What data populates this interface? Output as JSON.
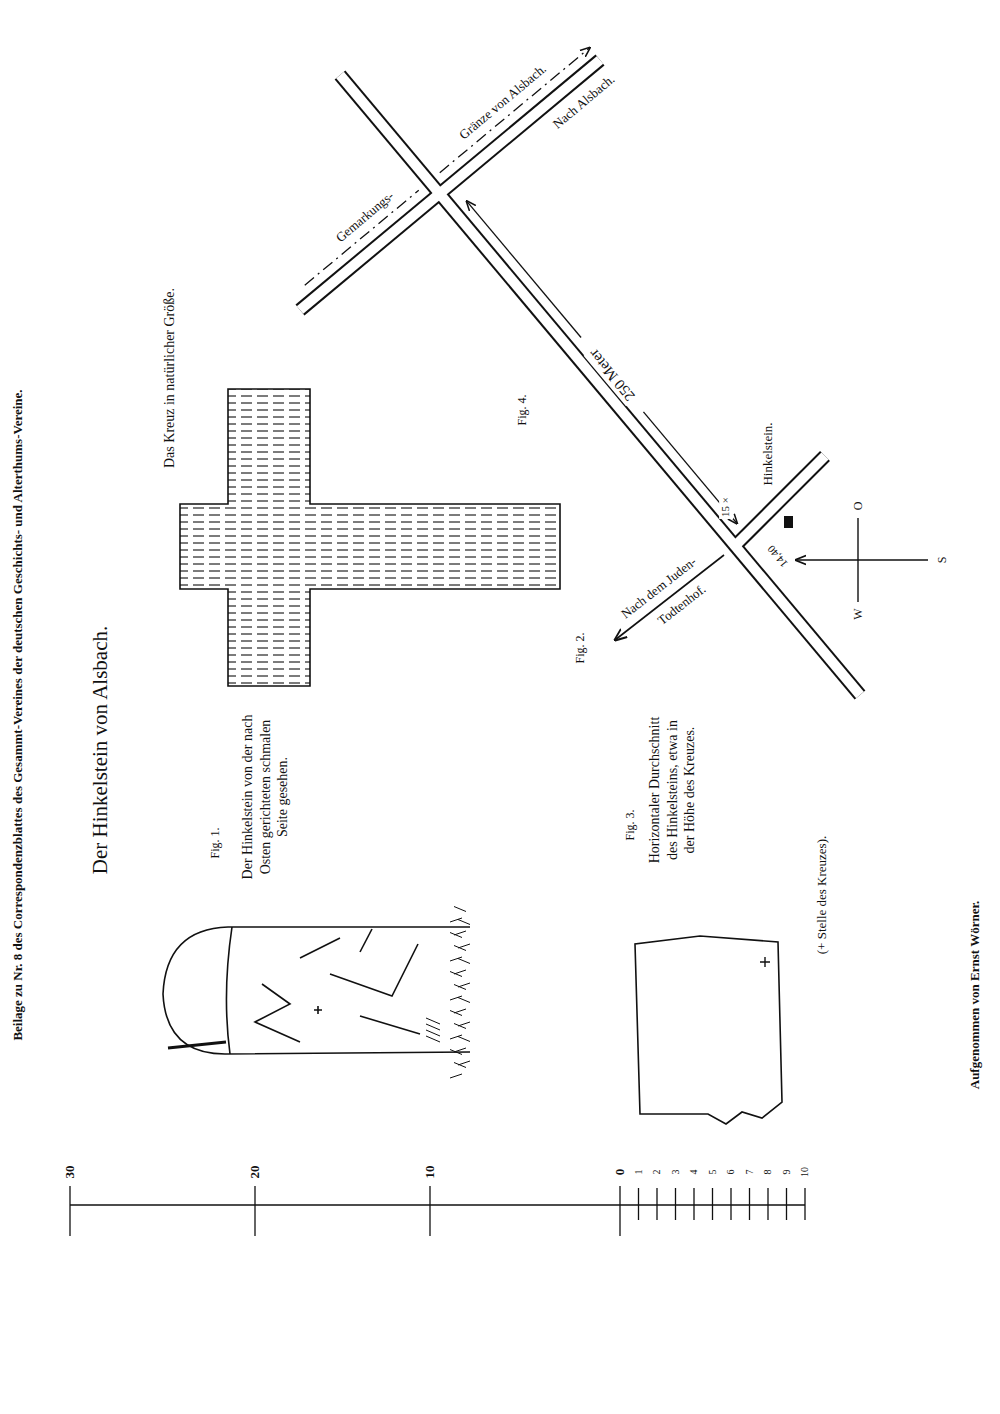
{
  "diagram": {
    "title": "Der Hinkelstein von Alsbach.",
    "labels": [
      "Beilage zu Nr. 8 des Correspondenzblattes des Gesammt-Vereines der deutschen Geschichts- und Alterthums-Vereine.",
      "Fig. 1.",
      "Der Hinkelstein von der nach Osten gerichteten schmalen Seite gesehen.",
      "Fig. 2.",
      "Das Kreuz in natürlicher Größe.",
      "Fig. 3.",
      "Horizontaler Durchschnitt des Hinkelsteins, etwa in der Höhe des Kreuzes.",
      "(+ Stelle des Kreuzes).",
      "Fig. 4.",
      "Gemarkungs-",
      "Gränze von Alsbach.",
      "Nach Alsbach.",
      "250 Meter",
      "Hinkelstein.",
      "15 ×",
      "14,40",
      "Nach dem Juden-",
      "Todtenhof.",
      "W",
      "O",
      "S",
      "Aufgenommen von Ernst Wörner.",
      "30",
      "20",
      "10",
      "0",
      "1",
      "2",
      "3",
      "4",
      "5",
      "6",
      "7",
      "8",
      "9",
      "10"
    ]
  }
}
